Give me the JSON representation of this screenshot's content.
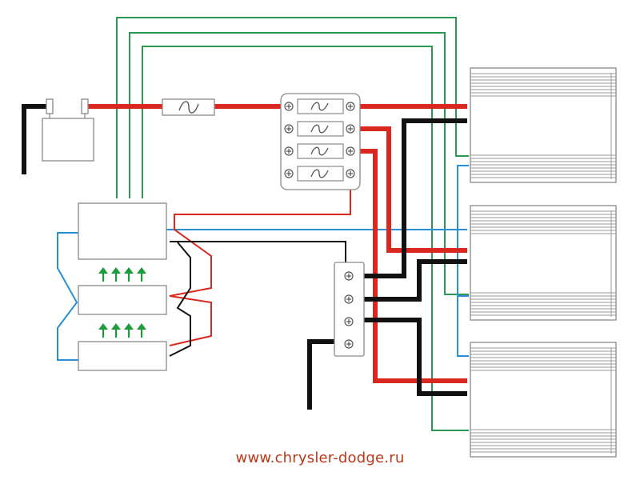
{
  "footer": {
    "url": "www.chrysler-dodge.ru"
  },
  "colors": {
    "power": "#d9281f",
    "ground": "#111111",
    "remote": "#2a9a52",
    "signal": "#2a8fd4",
    "frame": "#8a8a8a",
    "arrow": "#1f9a3a",
    "watermark": "#b8391a"
  },
  "components": {
    "battery": "battery",
    "inline_fuse": "inline-fuse",
    "fuse_block": "fuse-distribution-block",
    "ground_block": "ground-distribution-block",
    "head_unit": "head-unit",
    "processors": [
      "signal-processor-1",
      "signal-processor-2"
    ],
    "amplifiers": [
      "amplifier-1",
      "amplifier-2",
      "amplifier-3"
    ]
  }
}
